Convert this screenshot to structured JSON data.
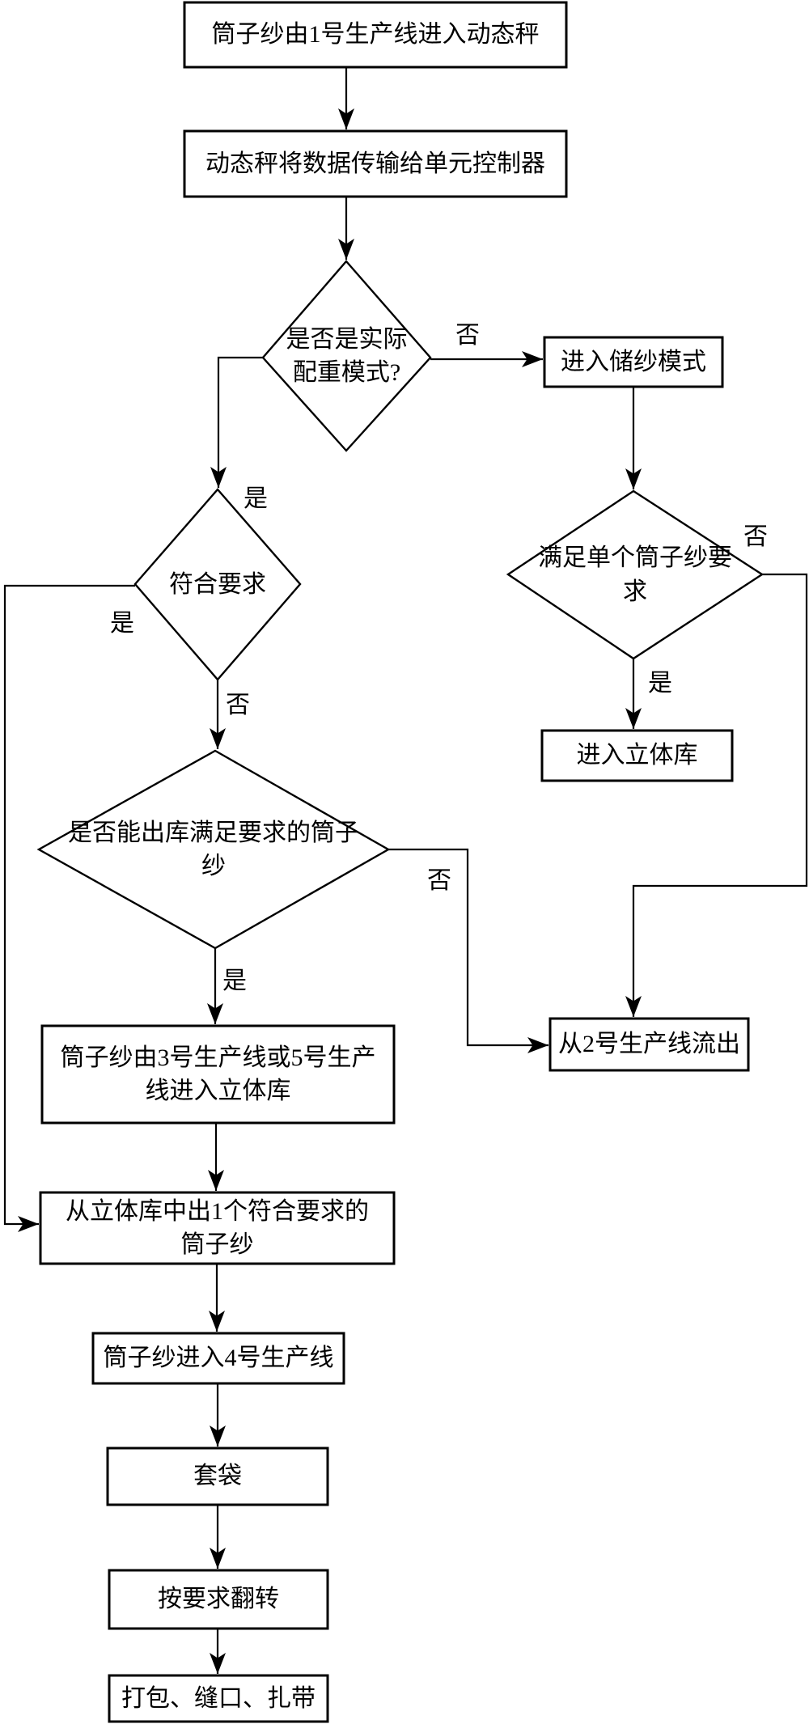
{
  "figure": {
    "type": "flowchart",
    "background_color": "#ffffff",
    "line_color": "#000000",
    "text_color": "#000000"
  },
  "nodes": {
    "start": {
      "shape": "rect",
      "label": "筒子纱由1号生产线进入动态秤"
    },
    "transmit": {
      "shape": "rect",
      "label": "动态秤将数据传输给单元控制器"
    },
    "d_actual_mode": {
      "shape": "diamond",
      "label": "是否是实际\n配重模式?"
    },
    "store_mode": {
      "shape": "rect",
      "label": "进入储纱模式"
    },
    "d_meet_req": {
      "shape": "diamond",
      "label": "符合要求"
    },
    "d_single_cone": {
      "shape": "diamond",
      "label": "满足单个筒子纱要\n求"
    },
    "enter_warehouse": {
      "shape": "rect",
      "label": "进入立体库"
    },
    "d_can_outbound": {
      "shape": "diamond",
      "label": "是否能出库满足要求的筒子\n纱"
    },
    "line2_out": {
      "shape": "rect",
      "label": "从2号生产线流出"
    },
    "line35_in": {
      "shape": "rect",
      "label": "筒子纱由3号生产线或5号生产\n线进入立体库"
    },
    "outbound_one": {
      "shape": "rect",
      "label": "从立体库中出1个符合要求的\n筒子纱"
    },
    "line4_in": {
      "shape": "rect",
      "label": "筒子纱进入4号生产线"
    },
    "bagging": {
      "shape": "rect",
      "label": "套袋"
    },
    "flip": {
      "shape": "rect",
      "label": "按要求翻转"
    },
    "pack": {
      "shape": "rect",
      "label": "打包、缝口、扎带"
    }
  },
  "edge_labels": {
    "d1_no": "否",
    "d1_yes": "是",
    "d2_yes": "是",
    "d2_no": "否",
    "d3_no": "否",
    "d3_yes": "是",
    "dr_no": "否",
    "dr_yes": "是"
  }
}
